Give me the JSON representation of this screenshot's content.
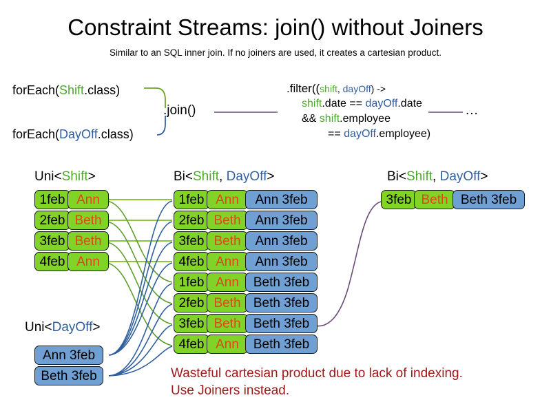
{
  "title": "Constraint Streams: join() without Joiners",
  "subtitle": "Similar to an SQL inner join. If no joiners are used, it creates a cartesian product.",
  "code": {
    "foreach_shift_pre": "forEach(",
    "foreach_shift_type": "Shift",
    "foreach_shift_post": ".class)",
    "foreach_dayoff_pre": "forEach(",
    "foreach_dayoff_type": "DayOff",
    "foreach_dayoff_post": ".class)",
    "join_call": ".join()"
  },
  "filter": {
    "line1_a": ".filter((",
    "line1_shift": "shift",
    "line1_comma": ", ",
    "line1_dayoff": "dayOff",
    "line1_b": ") ->",
    "line2_shift": "shift",
    "line2_mid": ".date == ",
    "line2_dayoff": "dayOff",
    "line2_end": ".date",
    "line3_a": "&& ",
    "line3_shift": "shift",
    "line3_end": ".employee",
    "line4_a": "== ",
    "line4_dayoff": "dayOff",
    "line4_end": ".employee)",
    "ellipsis": "..."
  },
  "streams": {
    "uni_shift_label": {
      "pre": "Uni<",
      "type": "Shift",
      "post": ">"
    },
    "uni_dayoff_label": {
      "pre": "Uni<",
      "type": "DayOff",
      "post": ">"
    },
    "bi_label": {
      "pre": "Bi<",
      "type_a": "Shift",
      "comma": ", ",
      "type_b": "DayOff",
      "post": ">"
    }
  },
  "shifts": [
    {
      "date": "1feb",
      "employee": "Ann"
    },
    {
      "date": "2feb",
      "employee": "Beth"
    },
    {
      "date": "3feb",
      "employee": "Beth"
    },
    {
      "date": "4feb",
      "employee": "Ann"
    }
  ],
  "dayoffs": [
    {
      "label": "Ann 3feb"
    },
    {
      "label": "Beth 3feb"
    }
  ],
  "cartesian": [
    {
      "date": "1feb",
      "employee": "Ann",
      "dayoff": "Ann 3feb"
    },
    {
      "date": "2feb",
      "employee": "Beth",
      "dayoff": "Ann 3feb"
    },
    {
      "date": "3feb",
      "employee": "Beth",
      "dayoff": "Ann 3feb"
    },
    {
      "date": "4feb",
      "employee": "Ann",
      "dayoff": "Ann 3feb"
    },
    {
      "date": "1feb",
      "employee": "Ann",
      "dayoff": "Beth 3feb"
    },
    {
      "date": "2feb",
      "employee": "Beth",
      "dayoff": "Beth 3feb"
    },
    {
      "date": "3feb",
      "employee": "Beth",
      "dayoff": "Beth 3feb"
    },
    {
      "date": "4feb",
      "employee": "Ann",
      "dayoff": "Beth 3feb"
    }
  ],
  "result": [
    {
      "date": "3feb",
      "employee": "Beth",
      "dayoff": "Beth 3feb"
    }
  ],
  "warning": {
    "line1": "Wasteful cartesian product due to lack of indexing.",
    "line2": "Use Joiners instead."
  },
  "colors": {
    "green_fill": "#82d327",
    "blue_fill": "#709fd4",
    "shift_text": "#4ea72e",
    "dayoff_text": "#2f5f9e",
    "employee_text": "#e0451c",
    "warning_text": "#a01818",
    "wire_green": "#6aa32a",
    "wire_blue": "#2f5f9e",
    "wire_purple": "#6b4a7a"
  }
}
